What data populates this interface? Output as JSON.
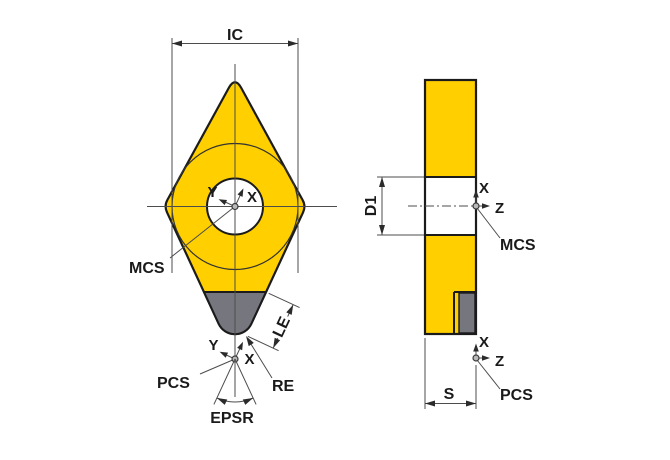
{
  "front_view": {
    "dim_ic": "IC",
    "mcs_label": "MCS",
    "pcs_label": "PCS",
    "re_label": "RE",
    "le_label": "LE",
    "epsr_label": "EPSR",
    "mcs_axes": {
      "x": "X",
      "y": "Y"
    },
    "pcs_axes": {
      "x": "X",
      "y": "Y"
    }
  },
  "side_view": {
    "dim_d1": "D1",
    "dim_s": "S",
    "mcs_label": "MCS",
    "pcs_label": "PCS",
    "mcs_axes": {
      "x": "X",
      "z": "Z"
    },
    "pcs_axes": {
      "x": "X",
      "z": "Z"
    }
  },
  "colors": {
    "insert_yellow": "#FFCF00",
    "tip_gray": "#76767E",
    "outline": "#1B1B1B",
    "thin_line": "#4D4D4D"
  }
}
